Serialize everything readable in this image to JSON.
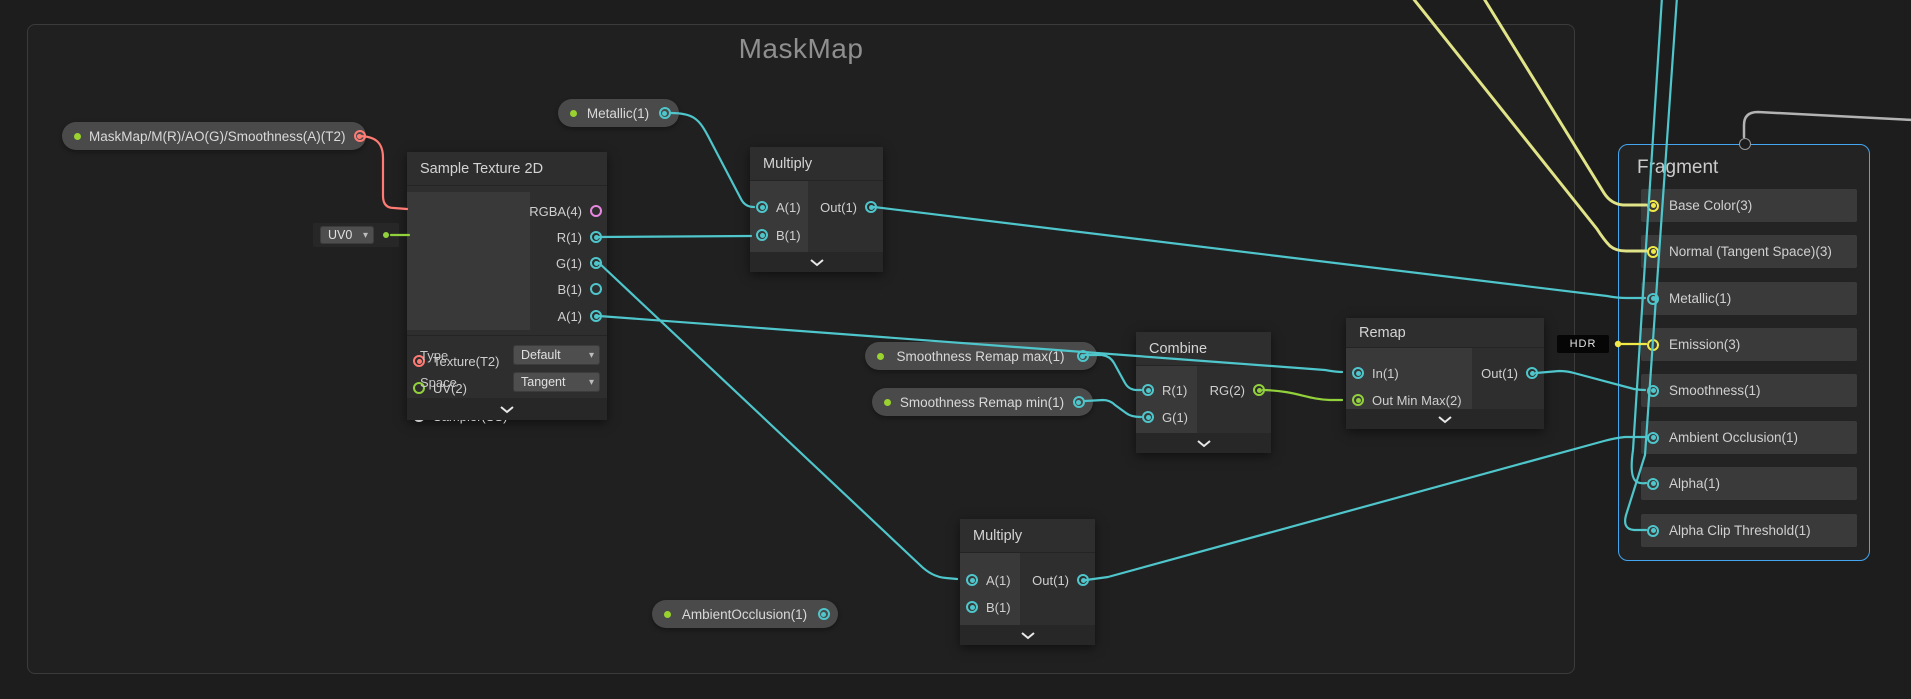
{
  "group": {
    "title": "MaskMap"
  },
  "properties": {
    "maskmap": {
      "label": "MaskMap/M(R)/AO(G)/Smoothness(A)(T2)"
    },
    "metallic": {
      "label": "Metallic(1)"
    },
    "smoothness_max": {
      "label": "Smoothness Remap max(1)"
    },
    "smoothness_min": {
      "label": "Smoothness Remap min(1)"
    },
    "ambient_occlusion": {
      "label": "AmbientOcclusion(1)"
    }
  },
  "uv_widget": {
    "value": "UV0"
  },
  "nodes": {
    "sample_texture": {
      "title": "Sample Texture 2D",
      "inputs": [
        "Texture(T2)",
        "UV(2)",
        "Sampler(SS)"
      ],
      "outputs": [
        "RGBA(4)",
        "R(1)",
        "G(1)",
        "B(1)",
        "A(1)"
      ],
      "type_label": "Type",
      "type_value": "Default",
      "space_label": "Space",
      "space_value": "Tangent"
    },
    "multiply_top": {
      "title": "Multiply",
      "inputs": [
        "A(1)",
        "B(1)"
      ],
      "output": "Out(1)"
    },
    "multiply_bottom": {
      "title": "Multiply",
      "inputs": [
        "A(1)",
        "B(1)"
      ],
      "output": "Out(1)"
    },
    "combine": {
      "title": "Combine",
      "inputs": [
        "R(1)",
        "G(1)"
      ],
      "output": "RG(2)"
    },
    "remap": {
      "title": "Remap",
      "inputs": [
        "In(1)",
        "Out Min Max(2)"
      ],
      "output": "Out(1)"
    }
  },
  "hdr_badge": {
    "label": "HDR"
  },
  "fragment": {
    "title": "Fragment",
    "blocks": [
      {
        "label": "Base Color(3)"
      },
      {
        "label": "Normal (Tangent Space)(3)"
      },
      {
        "label": "Metallic(1)"
      },
      {
        "label": "Emission(3)"
      },
      {
        "label": "Smoothness(1)"
      },
      {
        "label": "Ambient Occlusion(1)"
      },
      {
        "label": "Alpha(1)"
      },
      {
        "label": "Alpha Clip Threshold(1)"
      }
    ]
  },
  "colors": {
    "background": "#1d1d1d",
    "wire_cyan": "#4fc6cb",
    "wire_green": "#93d13c",
    "wire_red": "#ff7b74",
    "wire_yellow_pale": "#e0e387",
    "wire_yellow_emission": "#f1e948",
    "wire_gray": "#b3b3b3",
    "port_vector4_pink": "#e887e0",
    "selection_blue": "#44a6f0",
    "property_dot_green": "#9ad32f"
  }
}
